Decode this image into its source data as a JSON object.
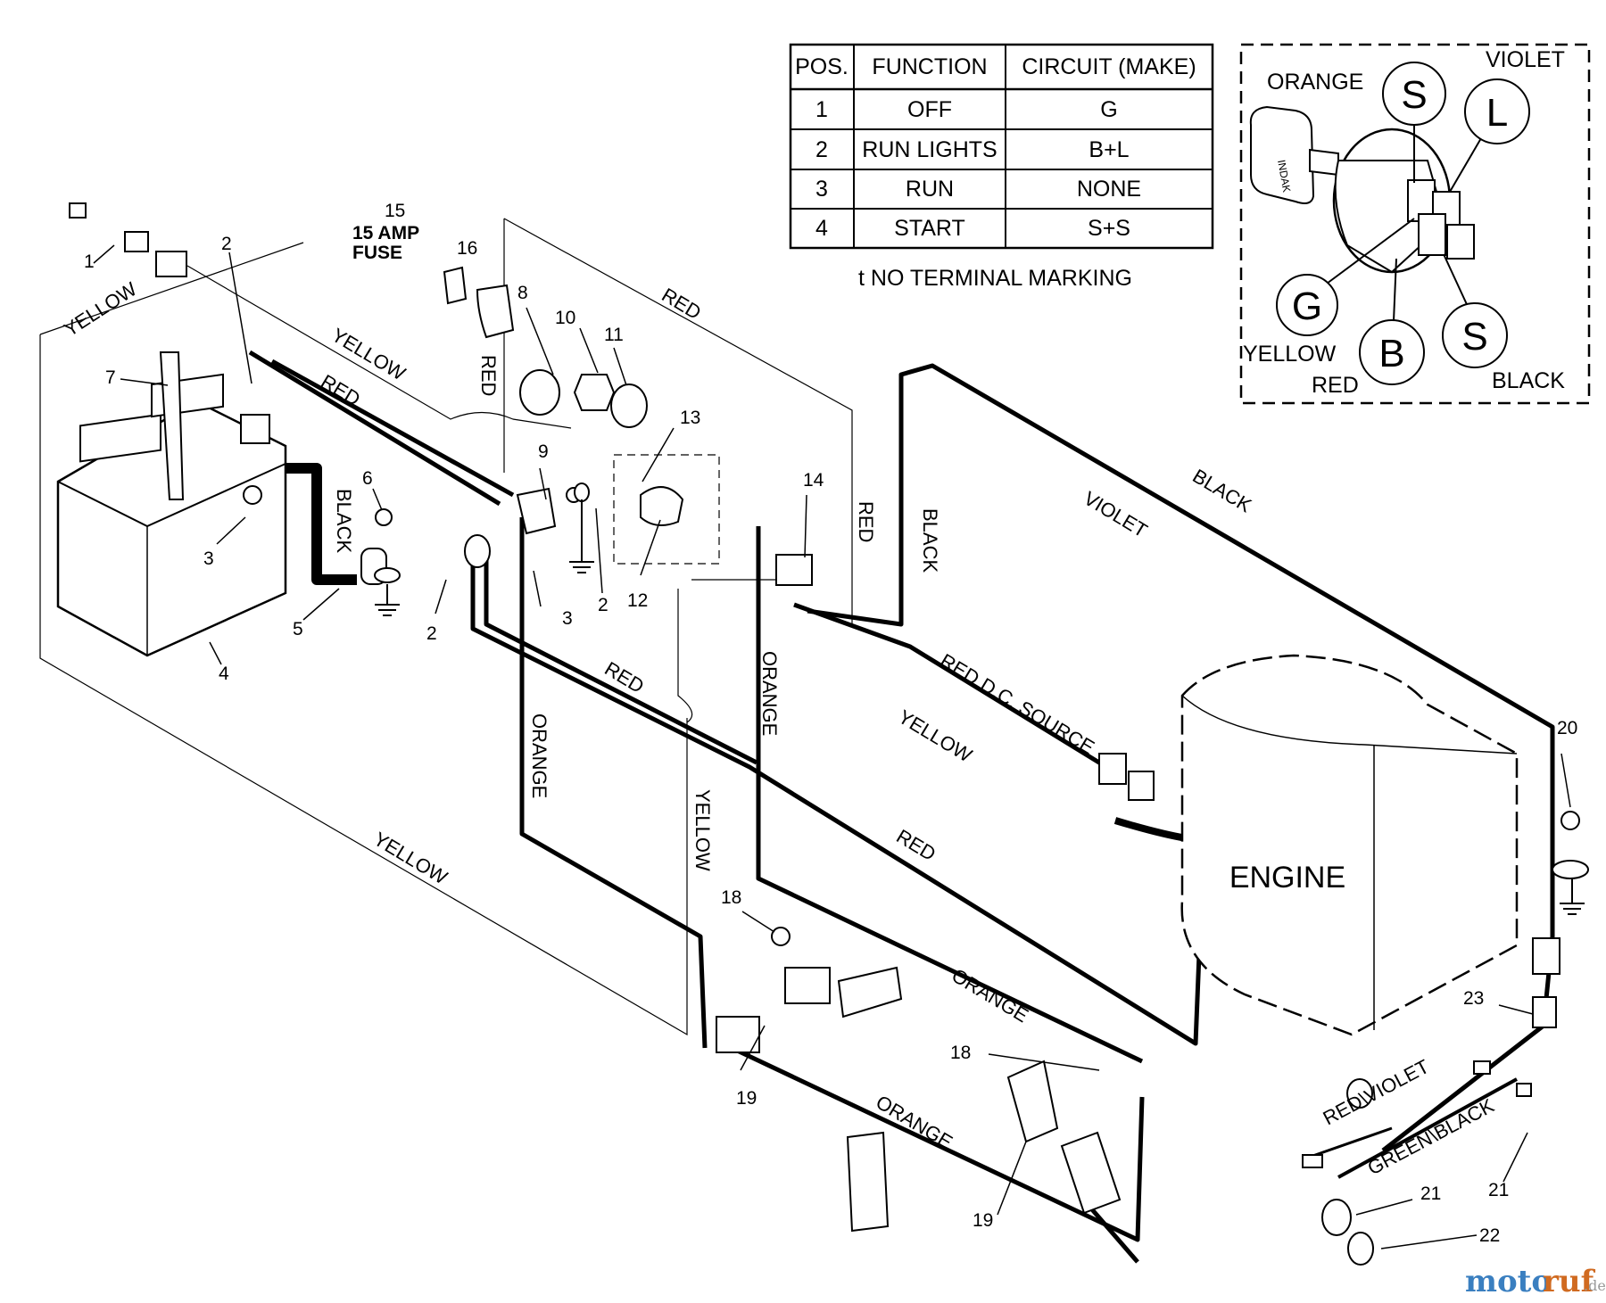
{
  "table": {
    "headers": [
      "POS.",
      "FUNCTION",
      "CIRCUIT  (MAKE)"
    ],
    "rows": [
      {
        "pos": "1",
        "function": "OFF",
        "circuit": "G"
      },
      {
        "pos": "2",
        "function": "RUN LIGHTS",
        "circuit": "B+L"
      },
      {
        "pos": "3",
        "function": "RUN",
        "circuit": "NONE"
      },
      {
        "pos": "4",
        "function": "START",
        "circuit": "S+S"
      }
    ],
    "note": "t  NO TERMINAL MARKING"
  },
  "switch_detail": {
    "terminals": {
      "s_top": "S",
      "l": "L",
      "g": "G",
      "b": "B",
      "s_bottom": "S"
    },
    "labels": {
      "orange": "ORANGE",
      "violet": "VIOLET",
      "yellow": "YELLOW",
      "red": "RED",
      "black": "BLACK"
    },
    "key_brand": "INDAK"
  },
  "wire_labels": {
    "yellow_upper_left": "YELLOW",
    "yellow_mid": "YELLOW",
    "red_mid": "RED",
    "red_vertical": "RED",
    "red_top_right": "RED",
    "black_battery": "BLACK",
    "red_right_vertical": "RED",
    "black_vertical": "BLACK",
    "violet": "VIOLET",
    "black_diag": "BLACK",
    "red_dc_source": "RED  D.C. SOURCE",
    "yellow_engine": "YELLOW",
    "orange_vertical_right": "ORANGE",
    "red_lower": "RED",
    "orange_vertical_left": "ORANGE",
    "yellow_vertical": "YELLOW",
    "red_engine_lower": "RED",
    "yellow_bottom": "YELLOW",
    "orange_diag_upper": "ORANGE",
    "orange_diag_lower": "ORANGE",
    "red_violet": "RED\\VIOLET",
    "green_black": "GREEN\\BLACK"
  },
  "engine_label": "ENGINE",
  "fuse": {
    "number": "15",
    "line1": "15 AMP",
    "line2": "FUSE"
  },
  "callouts": {
    "c1": "1",
    "c2a": "2",
    "c2b": "2",
    "c2c": "2",
    "c3a": "3",
    "c3b": "3",
    "c4": "4",
    "c5": "5",
    "c6": "6",
    "c7": "7",
    "c8": "8",
    "c9": "9",
    "c10": "10",
    "c11": "11",
    "c12": "12",
    "c13": "13",
    "c14": "14",
    "c16": "16",
    "c18a": "18",
    "c18b": "18",
    "c19a": "19",
    "c19b": "19",
    "c20": "20",
    "c21a": "21",
    "c21b": "21",
    "c22": "22",
    "c23": "23"
  },
  "watermark": {
    "part1": "moto",
    "part2": "ruf",
    "suffix": ".de"
  }
}
